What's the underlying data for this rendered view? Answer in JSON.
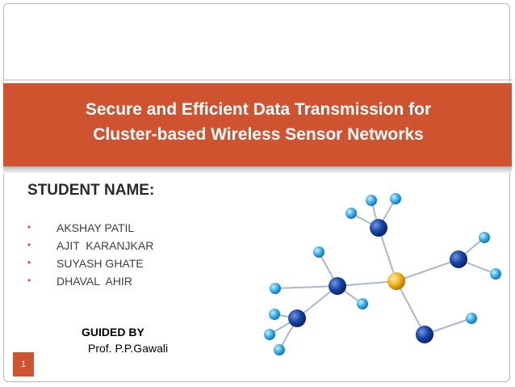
{
  "slide": {
    "title_line1": "Secure and Efficient Data Transmission for",
    "title_line2": "Cluster-based Wireless Sensor Networks",
    "student_label": "STUDENT NAME:",
    "students": [
      "AKSHAY PATIL",
      "AJIT  KARANJKAR",
      "SUYASH GHATE",
      "DHAVAL  AHIR"
    ],
    "bullet": "•",
    "guided_label": "GUIDED BY",
    "guide_name": "Prof. P.P.Gawali",
    "page_number": "1"
  },
  "colors": {
    "accent": "#d0532f",
    "node_dark": "#1a46a6",
    "node_light": "#3cb2ea",
    "node_center": "#f5b41c"
  },
  "illustration": {
    "icon": "sensor-network-illustration"
  }
}
